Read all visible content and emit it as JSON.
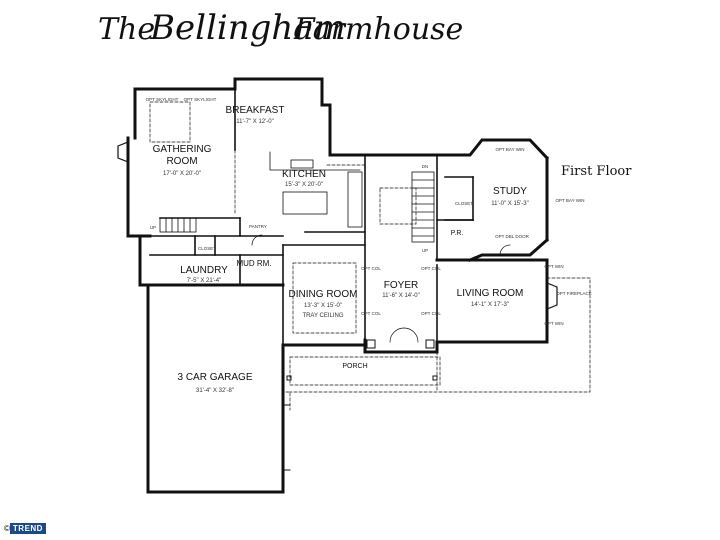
{
  "title": {
    "word1": "The",
    "word2": "Bellingham",
    "word3": "Farmhouse"
  },
  "floor_label": "First Floor",
  "rooms": {
    "breakfast": {
      "name": "BREAKFAST",
      "dim": "11'-7\" X 12'-0\""
    },
    "gathering_room": {
      "name1": "GATHERING",
      "name2": "ROOM",
      "dim": "17'-0\" X 20'-0\""
    },
    "kitchen": {
      "name": "KITCHEN",
      "dim": "15'-3\" X 20'-0\""
    },
    "study": {
      "name": "STUDY",
      "dim": "11'-0\" X 15'-3\""
    },
    "foyer": {
      "name": "FOYER",
      "dim": "11'-6\" X 14'-0\""
    },
    "living_room": {
      "name": "LIVING ROOM",
      "dim": "14'-1\" X 17'-3\""
    },
    "dining_room": {
      "name": "DINING ROOM",
      "dim": "13'-3\" X 15'-0\"",
      "note": "TRAY CEILING"
    },
    "laundry": {
      "name": "LAUNDRY",
      "dim": "7'-5\" X 21'-4\""
    },
    "mud_rm": {
      "name": "MUD RM."
    },
    "garage": {
      "name": "3 CAR GARAGE",
      "dim": "31'-4\" X 32'-8\""
    },
    "porch": {
      "name": "PORCH"
    },
    "pantry": {
      "name": "PANTRY"
    },
    "closet1": {
      "name": "CLOSET"
    },
    "closet2": {
      "name": "CLOSET"
    },
    "pr": {
      "name": "P.R."
    }
  },
  "notes": {
    "opt_skylight_1": "OPT SKYLIGHT",
    "opt_skylight_2": "OPT SKYLIGHT",
    "opt_bay_win_top": "OPT BAY WIN",
    "opt_bay_win_right": "OPT BAY WIN",
    "opt_dbl_door": "OPT DBL DOOR",
    "opt_fireplace": "OPT FIREPLACE",
    "opt_col": "OPT COL",
    "opt_win": "OPT WIN",
    "up": "UP",
    "dn": "DN"
  },
  "watermark": {
    "symbol": "©",
    "text": "TREND"
  }
}
